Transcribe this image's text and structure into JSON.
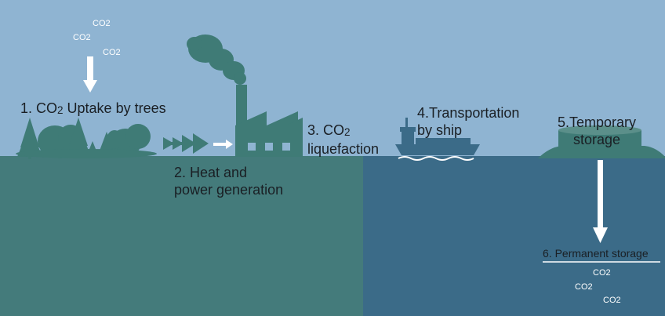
{
  "colors": {
    "sky": "#8fb4d2",
    "land": "#447b7b",
    "sea": "#3b6b88",
    "silhouette": "#3f7b76",
    "arrow": "#ffffff",
    "text": "#1a1f24"
  },
  "co2_top": [
    "CO2",
    "CO2",
    "CO2"
  ],
  "co2_bottom": [
    "CO2",
    "CO2",
    "CO2"
  ],
  "steps": {
    "step1": {
      "prefix": "1. CO",
      "sub": "2",
      "suffix": " Uptake by trees"
    },
    "step2": {
      "line1": "2. Heat and",
      "line2": "power generation"
    },
    "step3": {
      "line1_prefix": "3. CO",
      "line1_sub": "2",
      "line2": "liquefaction"
    },
    "step4": {
      "line1": "4.Transportation",
      "line2": "by ship"
    },
    "step5": {
      "line1": "5.Temporary",
      "line2": "storage"
    },
    "step6": {
      "line1": "6. Permanent storage"
    }
  },
  "icons": [
    "trees-icon",
    "wood-chips-icon",
    "factory-icon",
    "ship-icon",
    "storage-tank-icon"
  ]
}
